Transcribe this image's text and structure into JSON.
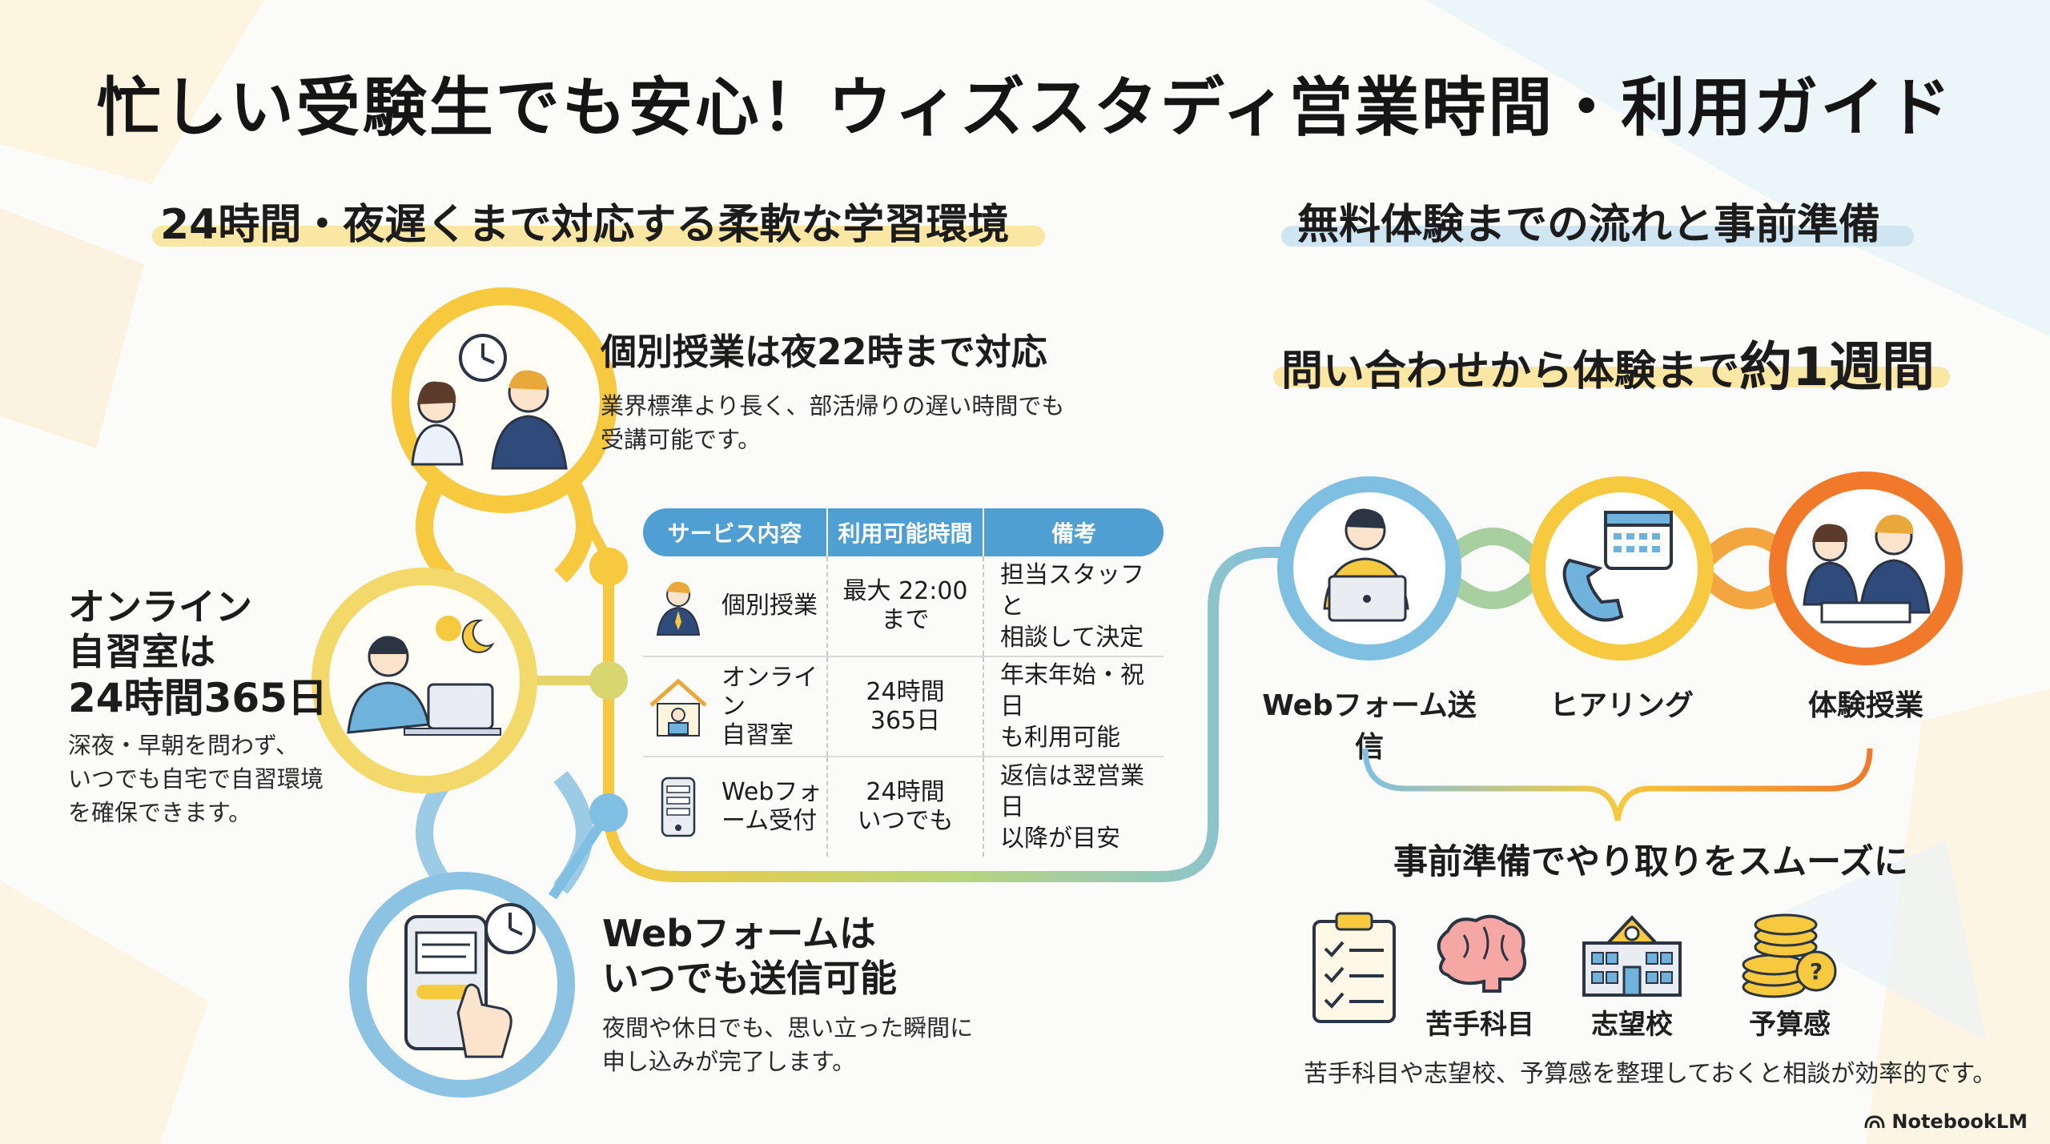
{
  "title": "忙しい受験生でも安心！ウィズスタディ営業時間・利用ガイド",
  "left_section": {
    "title": "24時間・夜遅くまで対応する柔軟な学習環境",
    "private_lesson": {
      "heading": "個別授業は夜22時まで対応",
      "body_line1": "業界標準より長く、部活帰りの遅い時間でも",
      "body_line2": "受講可能です。"
    },
    "online_room": {
      "heading_line1": "オンライン",
      "heading_line2": "自習室は",
      "heading_line3": "24時間365日",
      "body_line1": "深夜・早朝を問わず、",
      "body_line2": "いつでも自宅で自習環境",
      "body_line3": "を確保できます。"
    },
    "web_form": {
      "heading_line1": "Webフォームは",
      "heading_line2": "いつでも送信可能",
      "body_line1": "夜間や休日でも、思い立った瞬間に",
      "body_line2": "申し込みが完了します。"
    }
  },
  "table": {
    "headers": [
      "サービス内容",
      "利用可能時間",
      "備考"
    ],
    "rows": [
      {
        "service_line1": "個別授業",
        "service_line2": "",
        "time_line1": "最大 22:00",
        "time_line2": "まで",
        "note_line1": "担当スタッフと",
        "note_line2": "相談して決定"
      },
      {
        "service_line1": "オンライン",
        "service_line2": "自習室",
        "time_line1": "24時間",
        "time_line2": "365日",
        "note_line1": "年末年始・祝日",
        "note_line2": "も利用可能"
      },
      {
        "service_line1": "Webフォ",
        "service_line2": "ーム受付",
        "time_line1": "24時間",
        "time_line2": "いつでも",
        "note_line1": "返信は翌営業日",
        "note_line2": "以降が目安"
      }
    ]
  },
  "right_section": {
    "title": "無料体験までの流れと事前準備",
    "subtitle_prefix": "問い合わせから体験まで",
    "subtitle_emphasis": "約1週間",
    "steps": [
      "Webフォーム送信",
      "ヒアリング",
      "体験授業"
    ],
    "prep_heading": "事前準備でやり取りをスムーズに",
    "prep_items": [
      "苦手科目",
      "志望校",
      "予算感"
    ],
    "prep_note": "苦手科目や志望校、予算感を整理しておくと相談が効率的です。"
  },
  "brand": "NotebookLM",
  "colors": {
    "yellow": "#f5c842",
    "blue": "#6fb3dc",
    "orange": "#f07a2a",
    "table_header": "#4f9fd3"
  }
}
